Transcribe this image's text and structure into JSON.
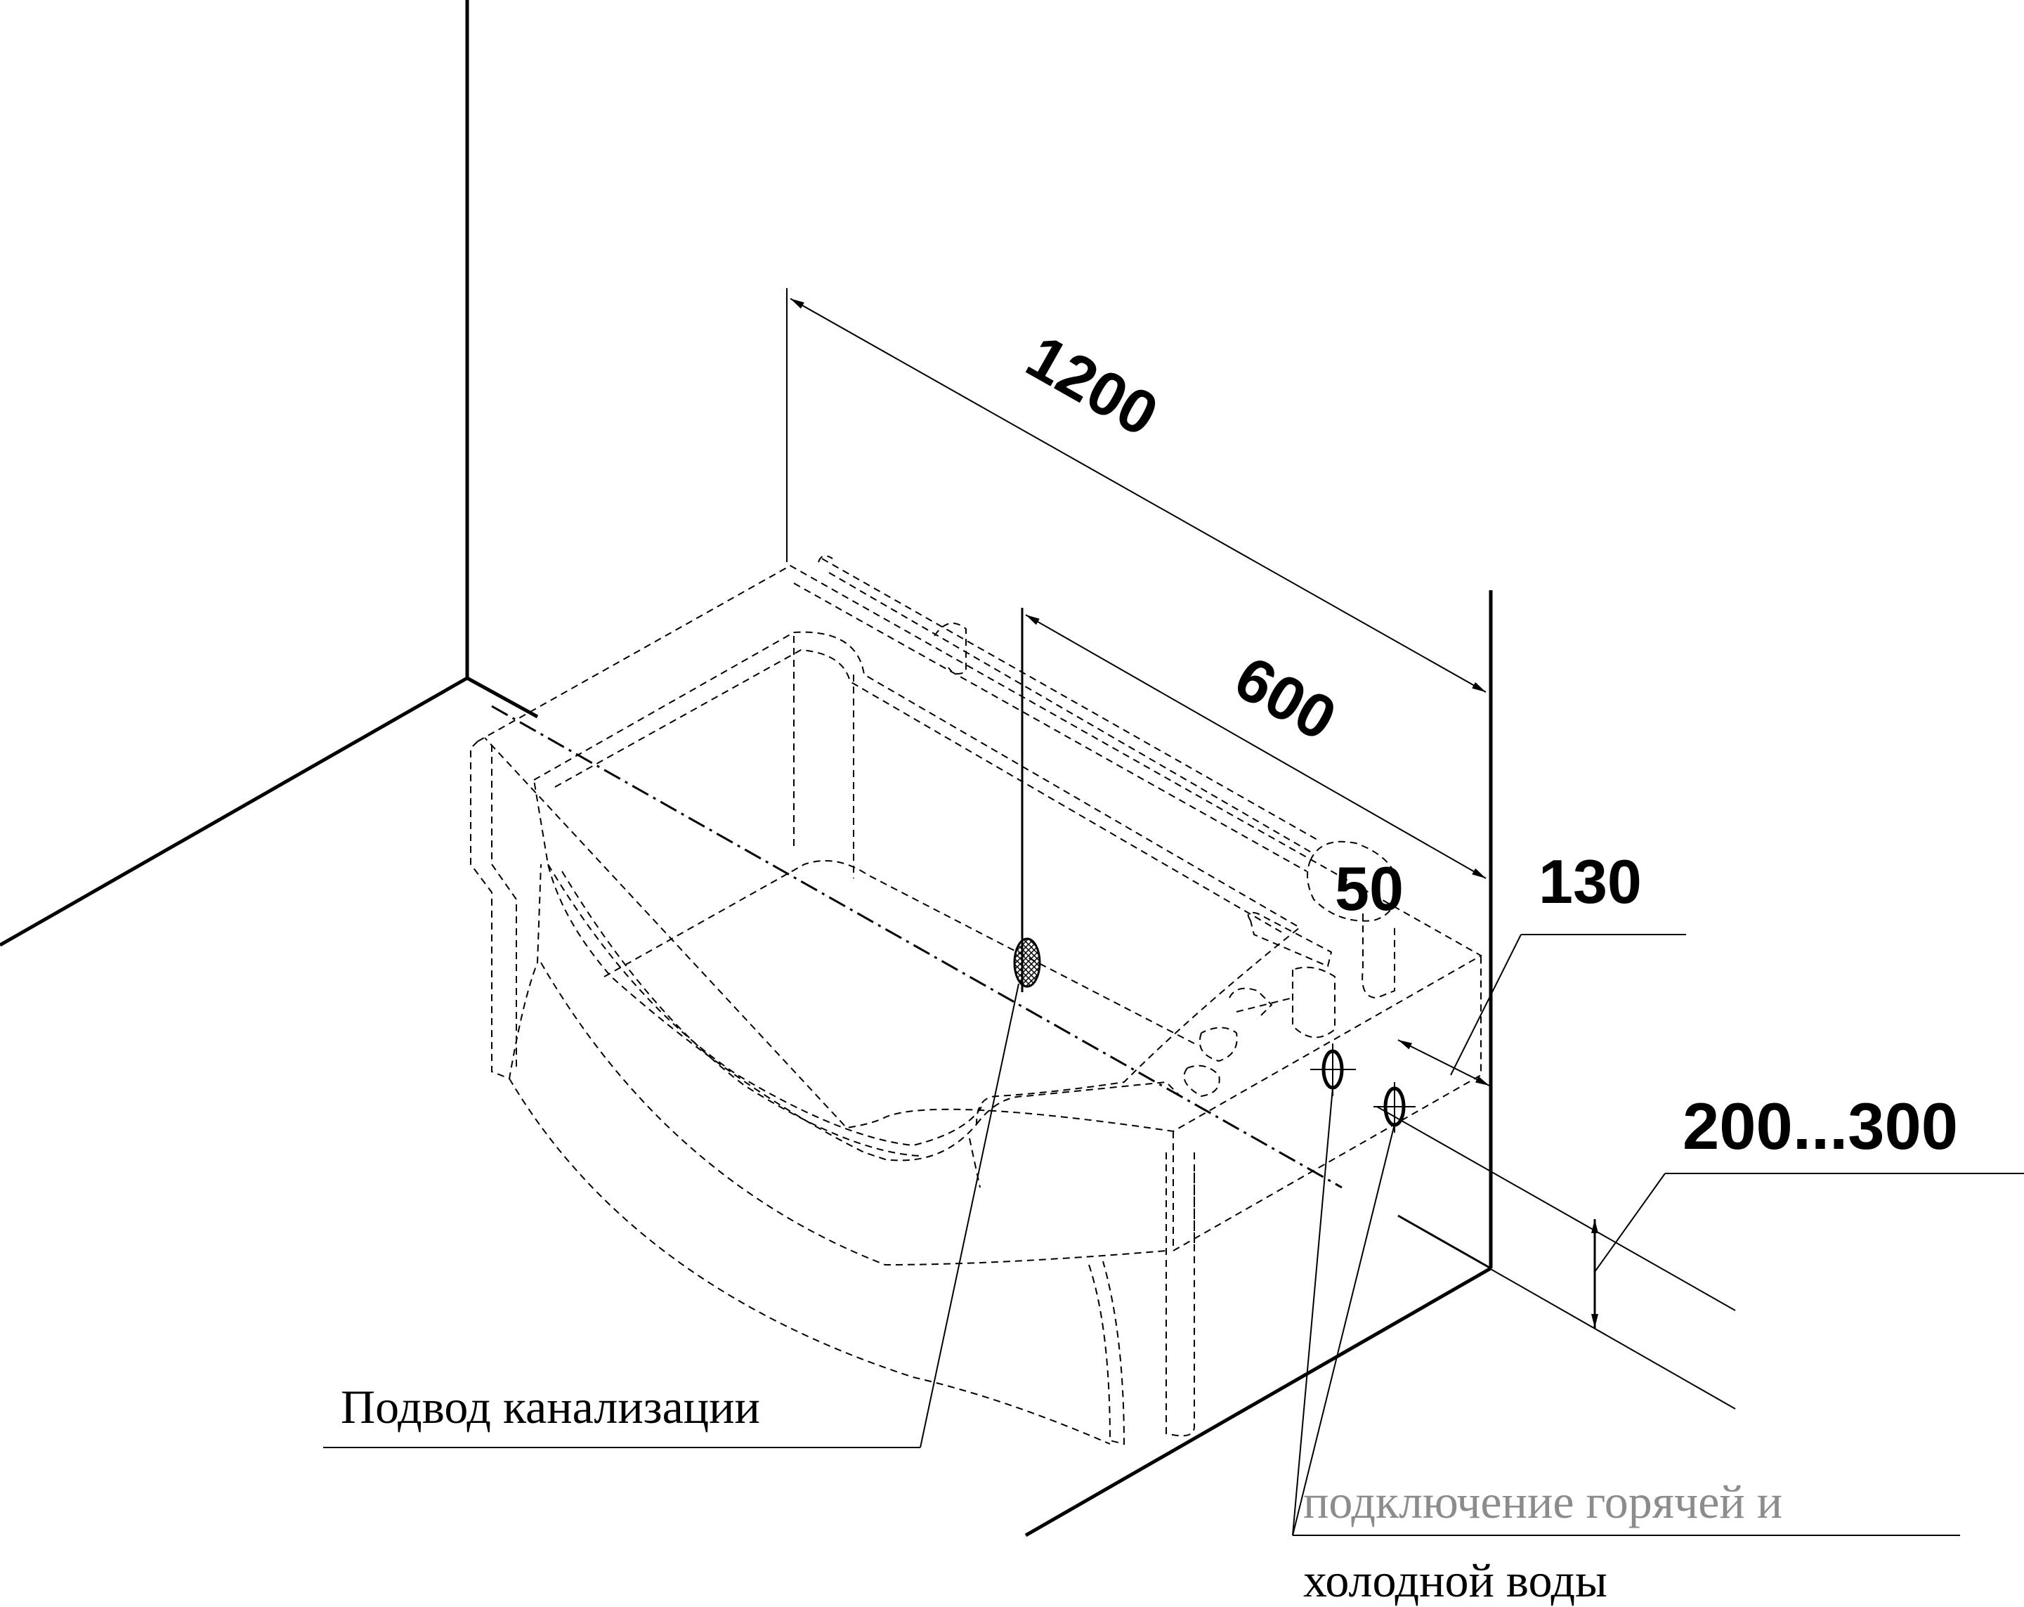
{
  "dimensions": {
    "length": "1200",
    "drain_offset": "600",
    "pipe_spacing": "50",
    "wall_offset": "130",
    "height_range": "200...300"
  },
  "notes": {
    "drain": "Подвод канализации",
    "water_line1": "подключение горячей и",
    "water_line2": "холодной воды"
  }
}
